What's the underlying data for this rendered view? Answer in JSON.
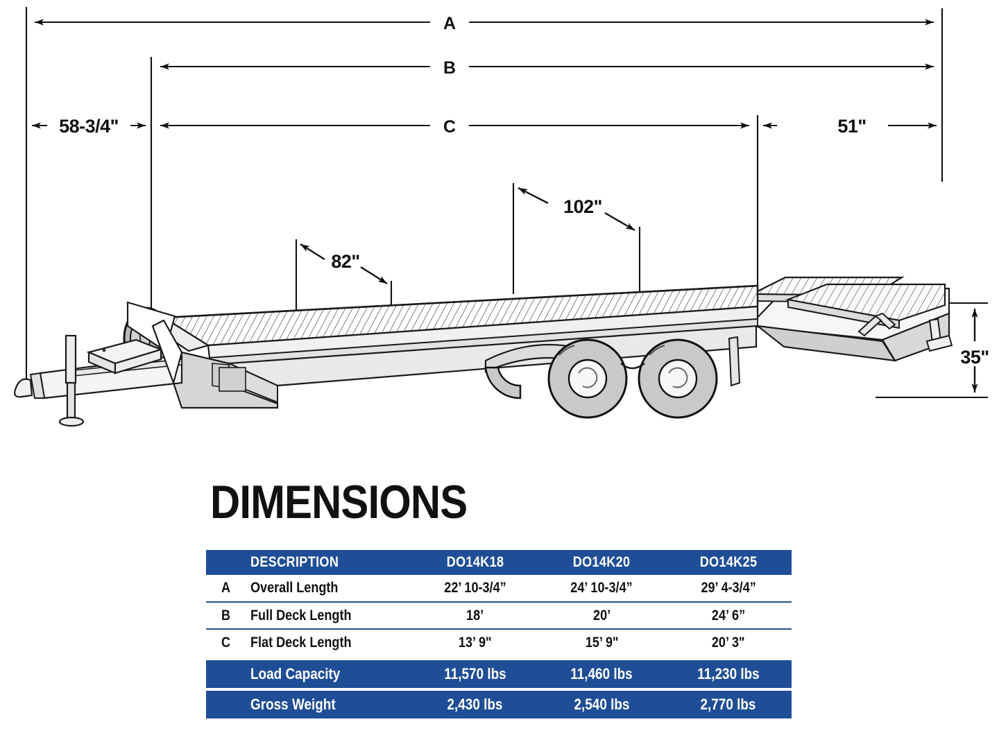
{
  "diagram": {
    "title_block": "trailer-side-elevation",
    "callouts": [
      {
        "id": "A",
        "label": "A"
      },
      {
        "id": "B",
        "label": "B"
      },
      {
        "id": "C",
        "label": "C"
      }
    ],
    "measurements": [
      {
        "name": "tongue-length",
        "label": "58-3/4\""
      },
      {
        "name": "rear-dovetail-length",
        "label": "51\""
      },
      {
        "name": "deck-width-front",
        "label": "82\""
      },
      {
        "name": "deck-width-main",
        "label": "102\""
      },
      {
        "name": "deck-height",
        "label": "35\""
      }
    ]
  },
  "heading": {
    "title": "DIMENSIONS"
  },
  "table": {
    "columns": [
      "",
      "DESCRIPTION",
      "DO14K18",
      "DO14K20",
      "DO14K25"
    ],
    "rows": [
      {
        "key": "A",
        "description": "Overall Length",
        "values": [
          "22’ 10-3/4”",
          "24’ 10-3/4”",
          "29’ 4-3/4”"
        ]
      },
      {
        "key": "B",
        "description": "Full Deck Length",
        "values": [
          "18’",
          "20’",
          "24’ 6”"
        ]
      },
      {
        "key": "C",
        "description": "Flat Deck Length",
        "values": [
          "13’ 9\"",
          "15’ 9\"",
          "20’ 3\""
        ]
      }
    ],
    "summary": [
      {
        "description": "Load Capacity",
        "values": [
          "11,570 lbs",
          "11,460 lbs",
          "11,230 lbs"
        ]
      },
      {
        "description": "Gross Weight",
        "values": [
          "2,430 lbs",
          "2,540 lbs",
          "2,770 lbs"
        ]
      }
    ]
  },
  "colors": {
    "brand_blue": "#1f4e96",
    "rule_blue": "#23508f",
    "ink": "#111111",
    "background": "#ffffff",
    "metal_light": "#f2f2f2",
    "metal_mid": "#d9d9d9",
    "metal_dark": "#bfbfbf"
  }
}
